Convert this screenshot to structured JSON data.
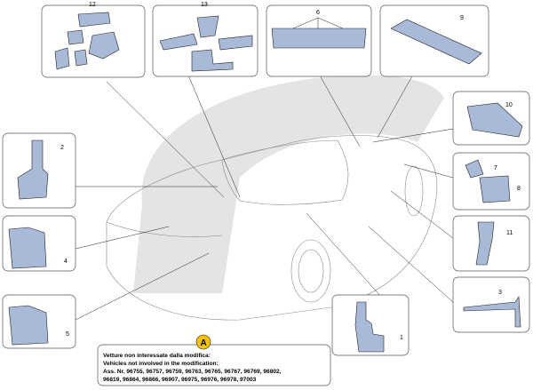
{
  "colors": {
    "part_fill": "#a9b9d8",
    "watermark": "#e4e4e4",
    "badge": "#f2c200"
  },
  "callouts": {
    "p1": "1",
    "p2": "2",
    "p3": "3",
    "p4": "4",
    "p5": "5",
    "p6": "6",
    "p7": "7",
    "p8": "8",
    "p9": "9",
    "p10": "10",
    "p11": "11",
    "p12": "12",
    "p13": "13"
  },
  "note": {
    "badge": "A",
    "line1": "Vetture non interessate dalla modifica:",
    "line2": "Vehicles not involved in the modification:",
    "line3": "Ass. Nr. 96755, 96757, 96759, 96763, 96765, 96767, 96769, 96802,",
    "line4": "96819, 96864, 96866, 96907, 96975, 96976, 96978, 97003"
  }
}
